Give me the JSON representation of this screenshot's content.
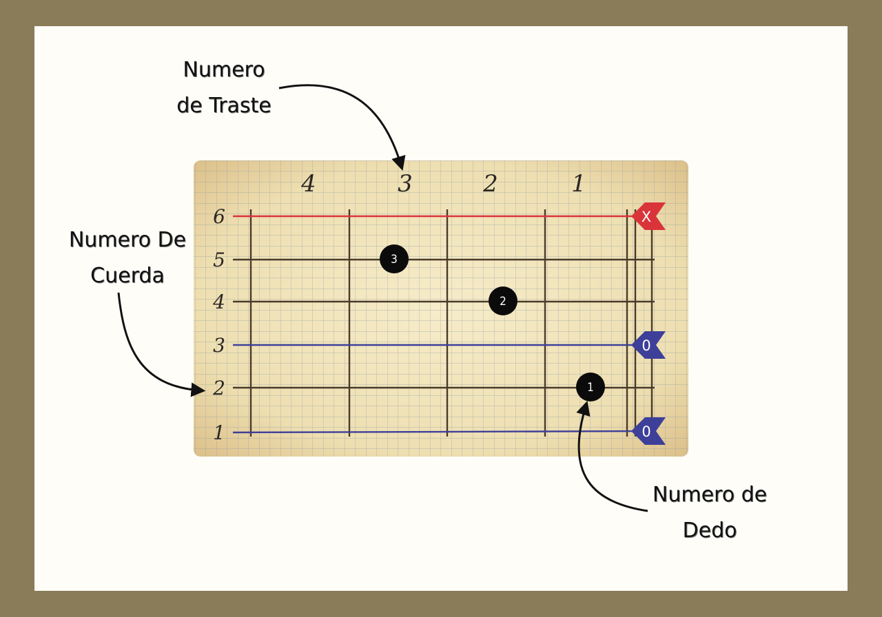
{
  "fret_numbers": [
    "4",
    "3",
    "2",
    "1"
  ],
  "string_numbers": [
    "6",
    "5",
    "4",
    "3",
    "2",
    "1"
  ],
  "string_colors": [
    "#d9343a",
    "#4a3a2a",
    "#4a3a2a",
    "#3d3f99",
    "#4a3a2a",
    "#3d3f99"
  ],
  "open_markers": [
    {
      "string": "6",
      "symbol": "X",
      "color": "#d9343a"
    },
    {
      "string": "3",
      "symbol": "0",
      "color": "#3d3f99"
    },
    {
      "string": "1",
      "symbol": "0",
      "color": "#3d3f99"
    }
  ],
  "finger_dots": [
    {
      "finger": "3",
      "string": "5",
      "fret": "3"
    },
    {
      "finger": "2",
      "string": "4",
      "fret": "2"
    },
    {
      "finger": "1",
      "string": "2",
      "fret": "1"
    }
  ],
  "callouts": {
    "fret": {
      "line1": "Numero",
      "line2": "de Traste"
    },
    "string": {
      "line1": "Numero De",
      "line2": "Cuerda"
    },
    "finger": {
      "line1": "Numero de",
      "line2": "Dedo"
    }
  }
}
